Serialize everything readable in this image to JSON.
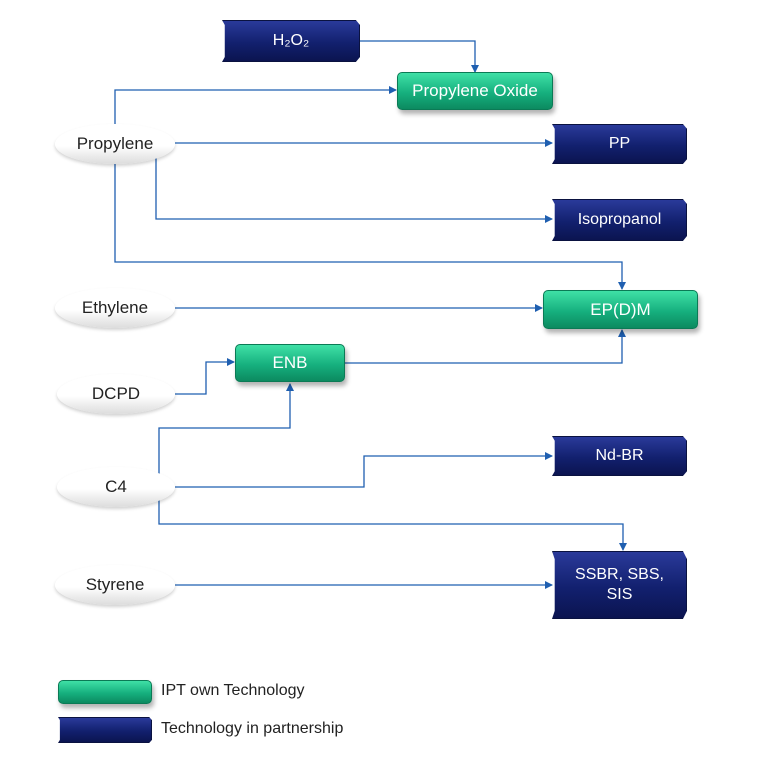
{
  "inputs": {
    "propylene": "Propylene",
    "ethylene": "Ethylene",
    "dcpd": "DCPD",
    "c4": "C4",
    "styrene": "Styrene"
  },
  "products": {
    "h2o2": "H₂O₂",
    "propylene_oxide": "Propylene Oxide",
    "pp": "PP",
    "isopropanol": "Isopropanol",
    "epdm": "EP(D)M",
    "enb": "ENB",
    "ndbr": "Nd-BR",
    "ssbr_line1": "SSBR, SBS,",
    "ssbr_line2": "SIS"
  },
  "legend": {
    "own": "IPT own Technology",
    "partnership": "Technology in partnership"
  },
  "colors": {
    "own_technology": "#16b07e",
    "partnership": "#12206e",
    "arrow": "#1f5fb0"
  }
}
